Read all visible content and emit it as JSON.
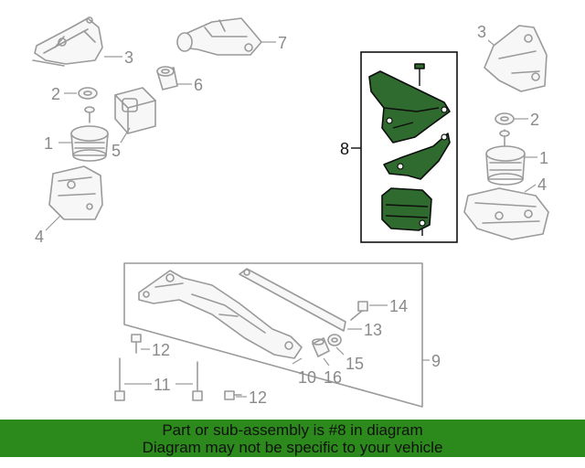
{
  "callouts": {
    "c1_left": "1",
    "c1_right": "1",
    "c2_left": "2",
    "c2_right": "2",
    "c3_left": "3",
    "c3_right": "3",
    "c4_left": "4",
    "c4_right": "4",
    "c5": "5",
    "c6": "6",
    "c7": "7",
    "c8": "8",
    "c9": "9",
    "c10": "10",
    "c11": "11",
    "c12_top": "12",
    "c12_bottom": "12",
    "c13": "13",
    "c14": "14",
    "c15": "15",
    "c16": "16"
  },
  "banner": {
    "line1": "Part or sub-assembly is #8 in diagram",
    "line2": "Diagram may not be specific to your vehicle"
  },
  "colors": {
    "highlight_part": "#2f6b2f",
    "banner": "#2c8a1c",
    "line_art": "#9a9a9a"
  }
}
